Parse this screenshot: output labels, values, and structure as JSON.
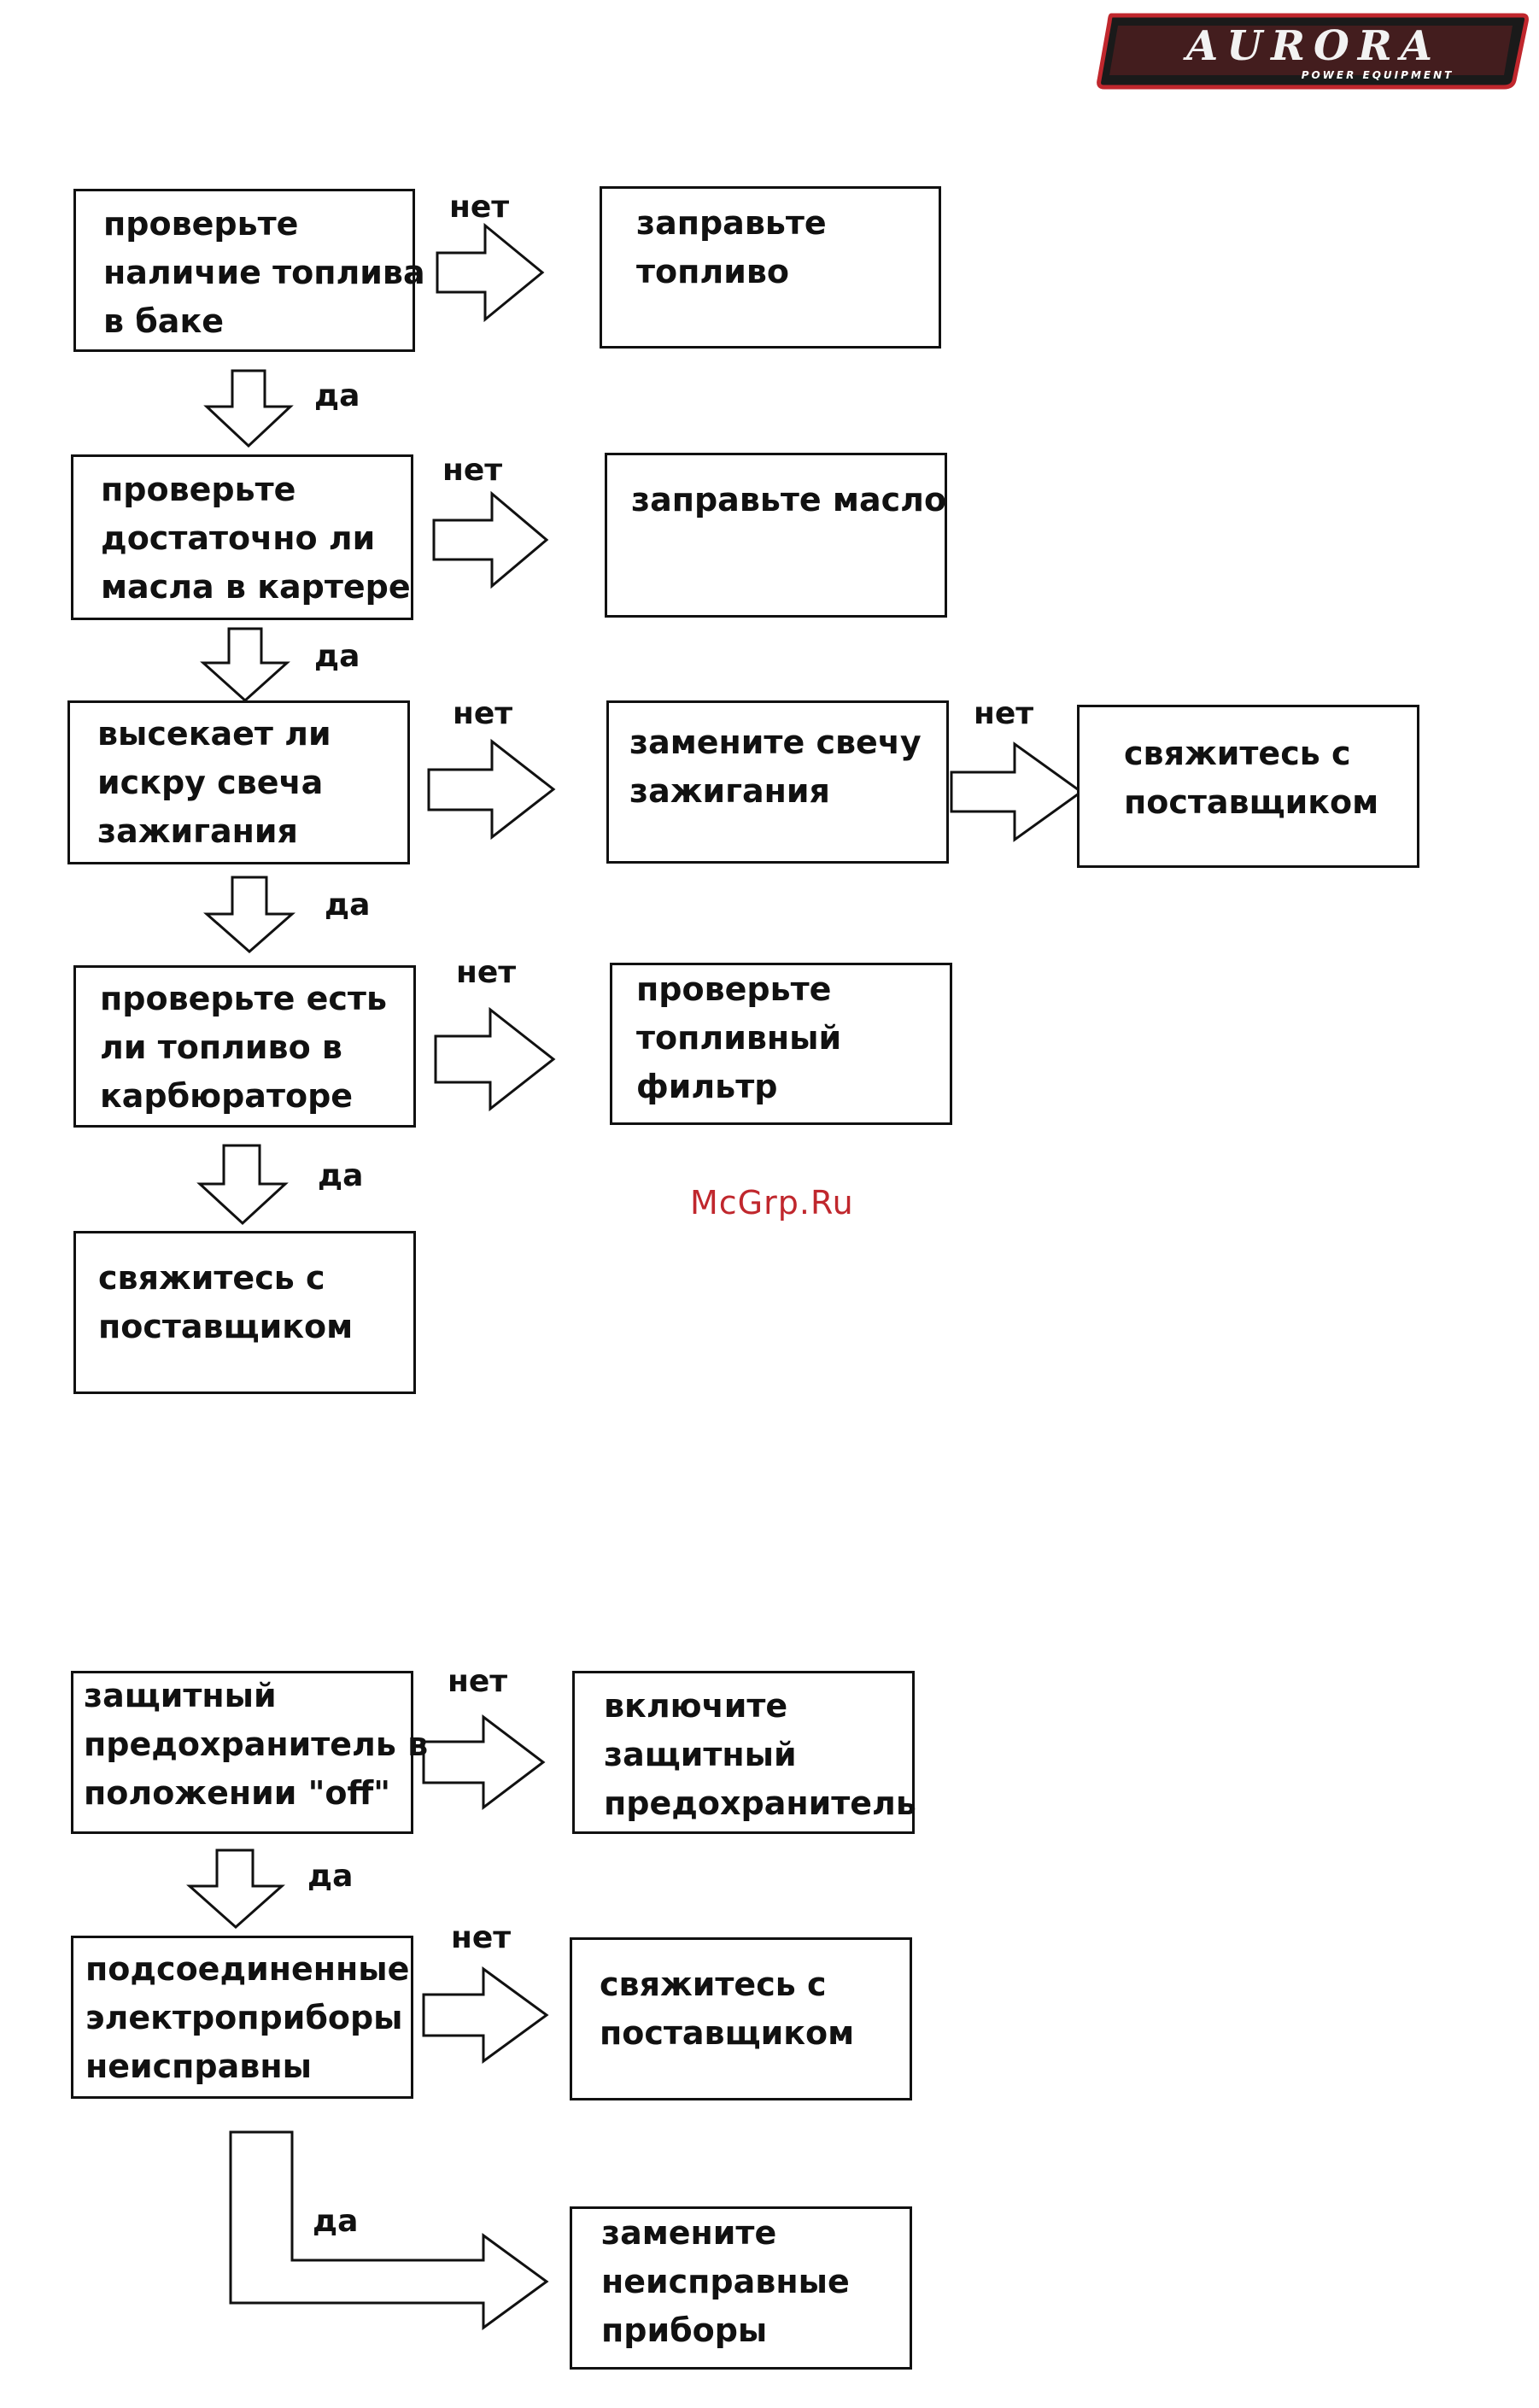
{
  "logo": {
    "brand": "AURORA",
    "tagline": "POWER EQUIPMENT"
  },
  "watermark": "McGrp.Ru",
  "labels": {
    "no": "нет",
    "yes": "да"
  },
  "flow1": {
    "check_fuel": [
      "проверьте",
      "наличие топлива",
      "в баке"
    ],
    "fill_fuel": [
      "заправьте",
      "топливо"
    ],
    "check_oil": [
      "проверьте",
      "достаточно ли",
      "масла в картере"
    ],
    "fill_oil": [
      "заправьте масло"
    ],
    "spark": [
      "высекает ли",
      "искру свеча",
      "зажигания"
    ],
    "replace_plug": [
      "замените свечу",
      "зажигания"
    ],
    "contact_supplier_a": [
      "свяжитесь с",
      "поставщиком"
    ],
    "check_carb": [
      "проверьте есть",
      "ли топливо в",
      "карбюраторе"
    ],
    "check_filter": [
      "проверьте",
      "топливный",
      "фильтр"
    ],
    "contact_supplier_b": [
      "свяжитесь с",
      "поставщиком"
    ]
  },
  "flow2": {
    "breaker": [
      "защитный",
      "предохранитель в",
      "положении \"off\""
    ],
    "enable_breaker": [
      "включите",
      "защитный",
      "предохранитель"
    ],
    "appliances": [
      "подсоединенные",
      "электроприборы",
      "неисправны"
    ],
    "contact_supplier": [
      "свяжитесь с",
      "поставщиком"
    ],
    "replace_appliances": [
      "замените",
      "неисправные",
      "приборы"
    ]
  }
}
